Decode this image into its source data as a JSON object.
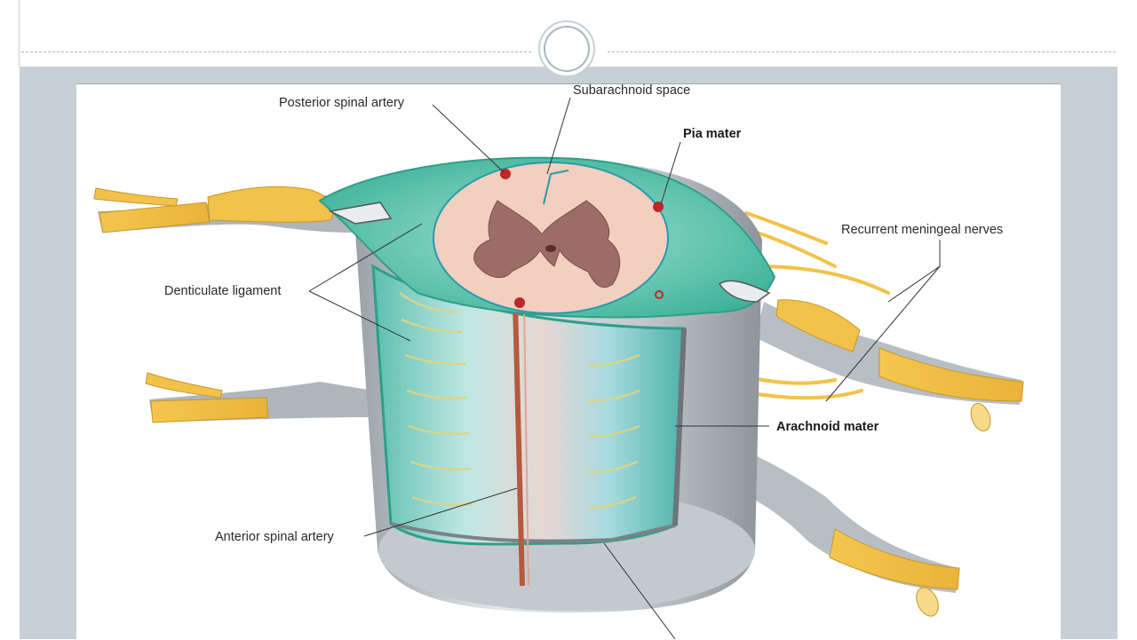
{
  "labels": {
    "posterior_spinal_artery": "Posterior spinal artery",
    "subarachnoid_space": "Subarachnoid space",
    "pia_mater": "Pia mater",
    "recurrent_meningeal_nerves": "Recurrent meningeal nerves",
    "denticulate_ligament": "Denticulate ligament",
    "arachnoid_mater": "Arachnoid mater",
    "anterior_spinal_artery": "Anterior spinal artery"
  },
  "colors": {
    "slide_frame": "#c6d0d6",
    "nerve_yellow": "#f2c24a",
    "pia_green": "#3fb9a0",
    "arachnoid_teal": "#8fd3cf",
    "dura_grey": "#b9c0c6",
    "white_matter": "#f3cfc0",
    "grey_matter": "#9c6c66",
    "artery_red": "#c0262a"
  }
}
